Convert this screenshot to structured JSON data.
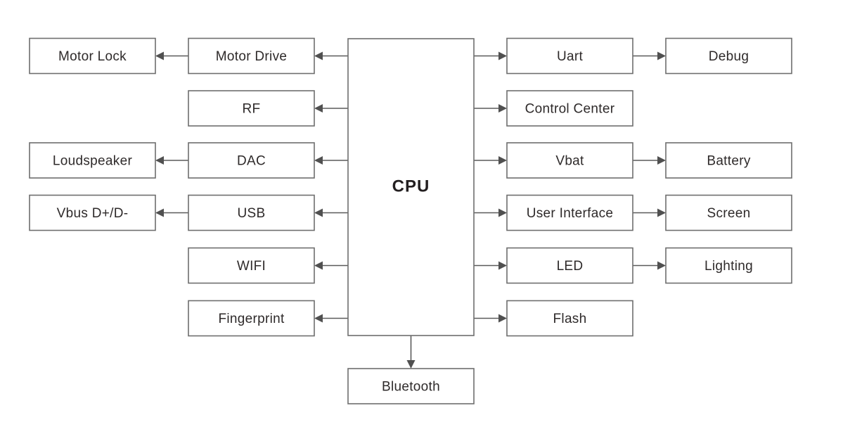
{
  "diagram": {
    "title": "CPU Block Diagram",
    "center": {
      "id": "cpu",
      "label": "CPU"
    },
    "left_blocks": [
      {
        "id": "motor-drive",
        "label": "Motor Drive",
        "row": 0
      },
      {
        "id": "rf",
        "label": "RF",
        "row": 1
      },
      {
        "id": "dac",
        "label": "DAC",
        "row": 2
      },
      {
        "id": "usb",
        "label": "USB",
        "row": 3
      },
      {
        "id": "wifi",
        "label": "WIFI",
        "row": 4
      },
      {
        "id": "fingerprint",
        "label": "Fingerprint",
        "row": 5
      }
    ],
    "left_outer_blocks": [
      {
        "id": "motor-lock",
        "label": "Motor Lock",
        "row": 0,
        "from": "motor-drive"
      },
      {
        "id": "loudspeaker",
        "label": "Loudspeaker",
        "row": 2,
        "from": "dac"
      },
      {
        "id": "vbus",
        "label": "Vbus D+/D-",
        "row": 3,
        "from": "usb"
      }
    ],
    "right_blocks": [
      {
        "id": "uart",
        "label": "Uart",
        "row": 0
      },
      {
        "id": "control-center",
        "label": "Control Center",
        "row": 1
      },
      {
        "id": "vbat",
        "label": "Vbat",
        "row": 2
      },
      {
        "id": "user-interface",
        "label": "User Interface",
        "row": 3
      },
      {
        "id": "led",
        "label": "LED",
        "row": 4
      },
      {
        "id": "flash",
        "label": "Flash",
        "row": 5
      }
    ],
    "right_outer_blocks": [
      {
        "id": "debug",
        "label": "Debug",
        "row": 0,
        "from": "uart"
      },
      {
        "id": "battery",
        "label": "Battery",
        "row": 2,
        "from": "vbat"
      },
      {
        "id": "screen",
        "label": "Screen",
        "row": 3,
        "from": "user-interface"
      },
      {
        "id": "lighting",
        "label": "Lighting",
        "row": 4,
        "from": "led"
      }
    ],
    "bottom_block": {
      "id": "bluetooth",
      "label": "Bluetooth"
    },
    "colors": {
      "box_stroke": "#6e6e6e",
      "connector": "#5a5a5a",
      "text": "#2e2a2a",
      "background": "#ffffff"
    }
  }
}
